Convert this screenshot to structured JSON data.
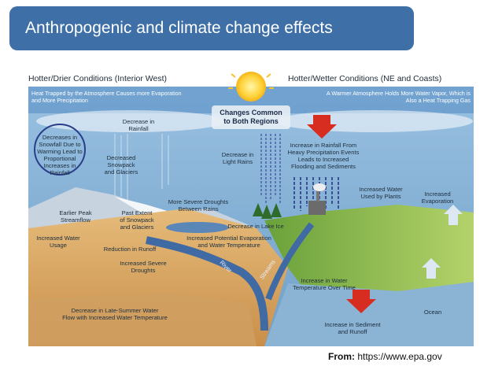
{
  "title": "Anthropogenic and climate change effects",
  "panel": {
    "header_left": "Hotter/Drier Conditions (Interior West)",
    "header_right": "Hotter/Wetter Conditions (NE and Coasts)",
    "sub_left": [
      "Heat Trapped by the Atmosphere Causes more Evaporation",
      "and More Precipitation"
    ],
    "sub_right": [
      "A Warmer Atmosphere Holds More Water Vapor, Which is",
      "Also a Heat Trapping Gas"
    ],
    "center_label": [
      "Changes Common",
      "to Both Regions"
    ]
  },
  "labels": {
    "snowfall": [
      "Decreases in",
      "Snowfall Due to",
      "Warming Lead to",
      "Proportional",
      "Increases in",
      "Rainfall"
    ],
    "rainfall_decrease": [
      "Decrease in",
      "Rainfall"
    ],
    "snowpack": [
      "Decreased",
      "Snowpack",
      "and Glaciers"
    ],
    "light_rains": [
      "Decrease in",
      "Light Rains"
    ],
    "heavy_precip": [
      "Increase in Rainfall From",
      "Heavy Precipitation Events",
      "Leads to Increased",
      "Flooding and Sediments"
    ],
    "water_plants": [
      "Increased Water",
      "Used by Plants"
    ],
    "evaporation_inc": [
      "Increased",
      "Evaporation"
    ],
    "peak_streamflow": [
      "Earlier Peak",
      "Streamflow"
    ],
    "past_extent": [
      "Past Extent",
      "of Snowpack",
      "and Glaciers"
    ],
    "droughts_rains": [
      "More Severe Droughts",
      "Between Rains"
    ],
    "lake_ice": "Decrease in Lake Ice",
    "potential_evap": [
      "Increased Potential Evaporation",
      "and Water Temperature"
    ],
    "water_usage": [
      "Increased Water",
      "Usage"
    ],
    "runoff_reduction": "Reduction in Runoff",
    "severe_droughts": [
      "Increased Severe",
      "Droughts"
    ],
    "river": "River",
    "streams": "Streams",
    "water_temp": [
      "Increase in Water",
      "Temperature Over Time"
    ],
    "late_summer": [
      "Decrease in Late-Summer Water",
      "Flow with Increased Water Temperature"
    ],
    "sediment": [
      "Increase in Sediment",
      "and Runoff"
    ],
    "ocean": "Ocean"
  },
  "footer": {
    "label": "From:",
    "url": "https://www.epa.gov"
  },
  "colors": {
    "title_bg": "#3e6fa6",
    "arrow_red": "#d62d20",
    "sky": "#7fb0d6",
    "desert": "#d9a866",
    "green": "#7fb446",
    "river": "#3f6aa3",
    "ocean": "#8ab3d4"
  }
}
